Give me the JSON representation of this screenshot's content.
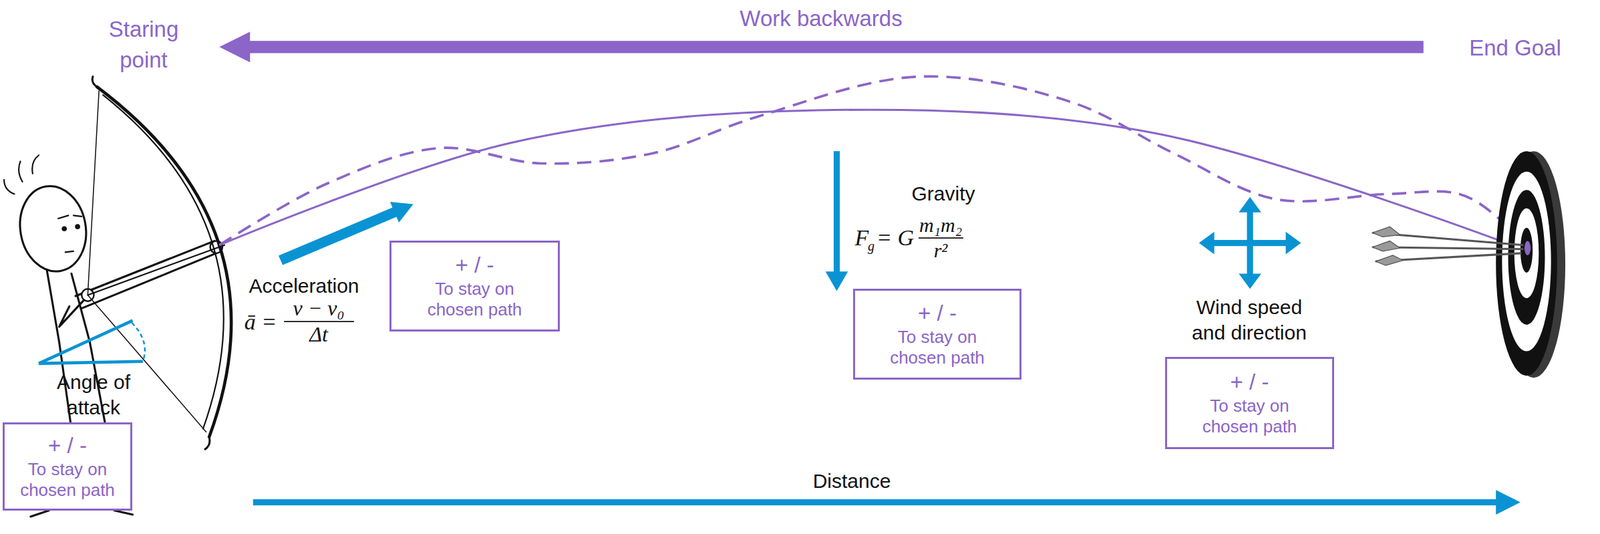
{
  "diagram": {
    "nodes": [
      {
        "text": [
          "+ / -",
          "To stay on chosen path"
        ]
      },
      {
        "text": [
          "+ / -",
          "To stay on chosen path"
        ]
      },
      {
        "text": [
          "+ / -",
          "To stay on chosen path"
        ]
      },
      {
        "text": [
          "+ / -",
          "To stay on chosen path"
        ]
      }
    ],
    "labels": [
      "Staring point",
      "Work backwards",
      "End Goal",
      "Angle of attack",
      "Acceleration",
      "ā =",
      "v − v₀",
      "Δt",
      "Gravity",
      "F",
      "g",
      "= G",
      "m₁m₂",
      "r²",
      "Wind speed and direction",
      "Distance"
    ]
  }
}
